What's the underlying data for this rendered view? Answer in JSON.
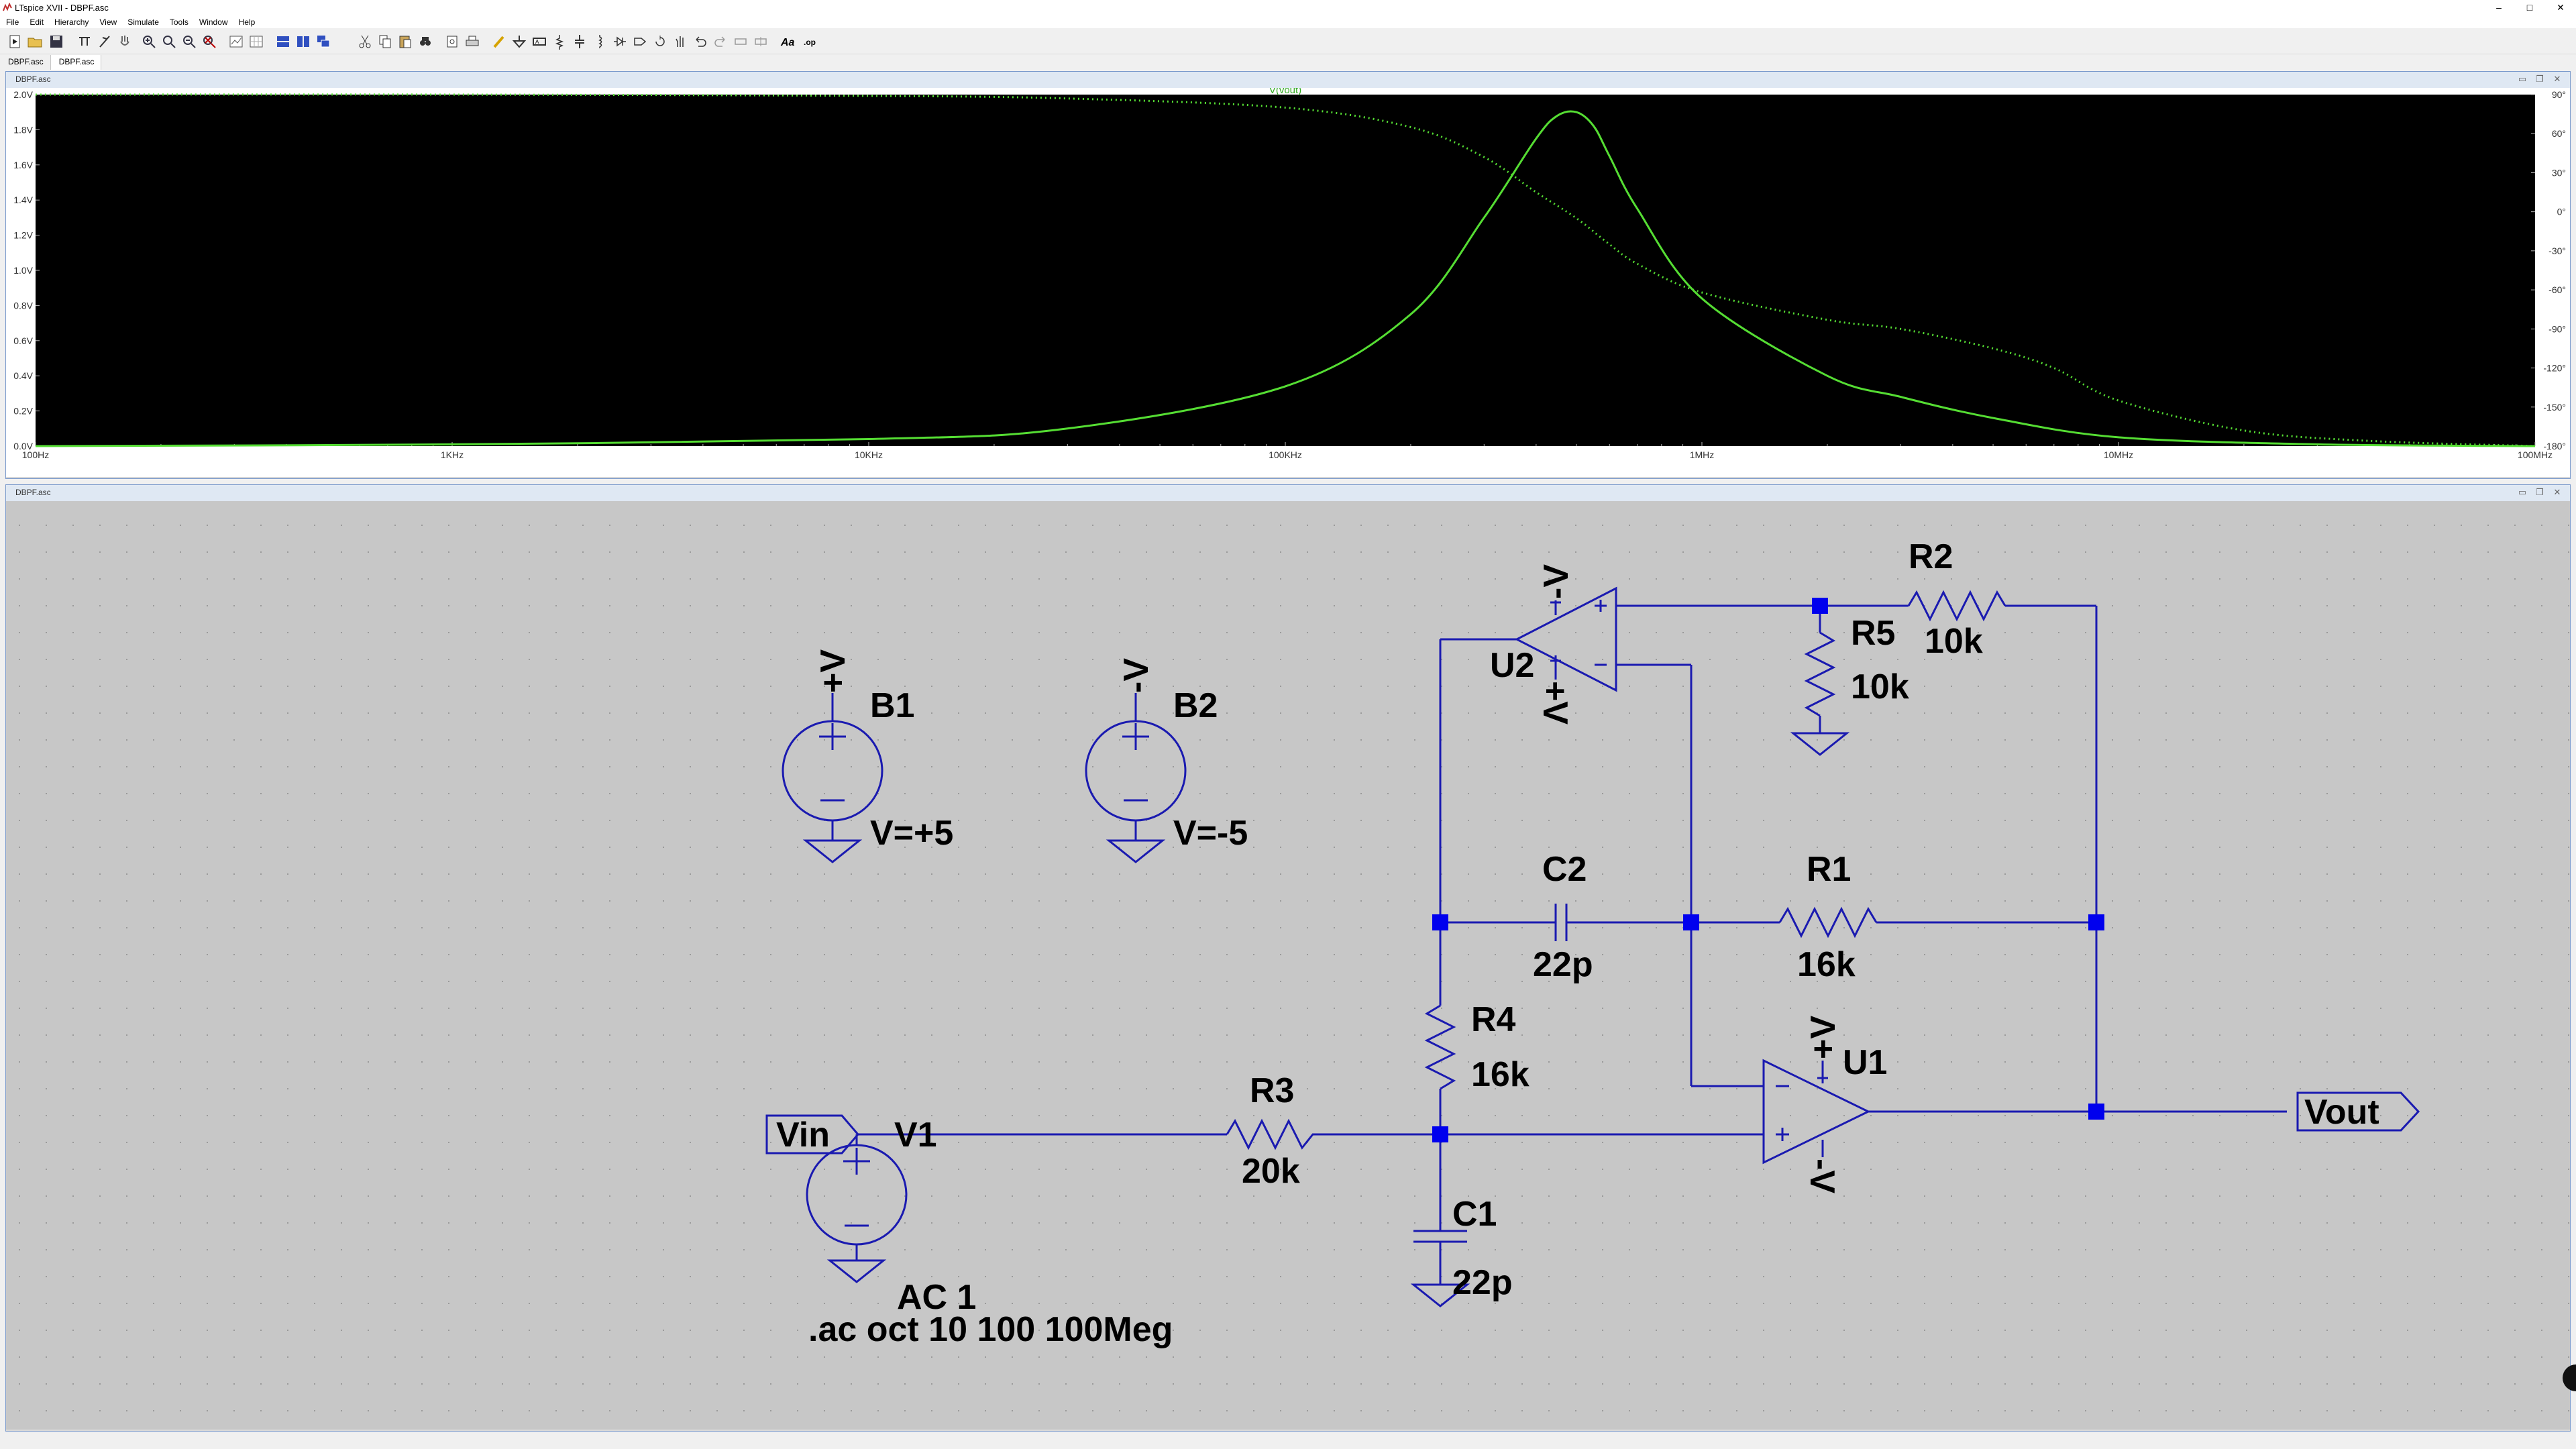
{
  "window": {
    "title": "LTspice XVII - DBPF.asc",
    "controls": [
      "–",
      "□",
      "✕"
    ]
  },
  "menu": [
    "File",
    "Edit",
    "Hierarchy",
    "View",
    "Simulate",
    "Tools",
    "Window",
    "Help"
  ],
  "tabs": [
    "DBPF.asc",
    "DBPF.asc"
  ],
  "waveform_window": {
    "title": "DBPF.asc",
    "trace_label": "V(vout)",
    "colors": {
      "background": "#000000",
      "trace": "#55dd33",
      "axis_text": "#bbbbbb"
    }
  },
  "chart_data": {
    "type": "line",
    "title": "V(vout)",
    "xscale": "log",
    "xlim": [
      100,
      100000000
    ],
    "x_tick_labels": [
      "100Hz",
      "1KHz",
      "10KHz",
      "100KHz",
      "1MHz",
      "10MHz",
      "100MHz"
    ],
    "ylim": [
      0,
      2.0
    ],
    "y_tick_labels": [
      "2.0V",
      "1.8V",
      "1.6V",
      "1.4V",
      "1.2V",
      "1.0V",
      "0.8V",
      "0.6V",
      "0.4V",
      "0.2V",
      "0.0V"
    ],
    "y2lim": [
      -180,
      90
    ],
    "y2_tick_labels": [
      "90°",
      "60°",
      "30°",
      "0°",
      "-30°",
      "-60°",
      "-90°",
      "-120°",
      "-150°",
      "-180°"
    ],
    "series": [
      {
        "style": "solid",
        "axis": "left",
        "x": [
          100,
          1000,
          10000,
          30000,
          100000,
          200000,
          300000,
          400000,
          450000,
          500000,
          550000,
          600000,
          700000,
          1000000,
          2000000,
          3000000,
          5000000,
          10000000,
          30000000,
          100000000
        ],
        "y": [
          0.0,
          0.01,
          0.04,
          0.1,
          0.34,
          0.75,
          1.3,
          1.75,
          1.88,
          1.9,
          1.82,
          1.65,
          1.35,
          0.84,
          0.4,
          0.28,
          0.16,
          0.05,
          0.01,
          0.0
        ]
      },
      {
        "style": "dotted",
        "axis": "right",
        "x": [
          100,
          1000,
          10000,
          30000,
          100000,
          200000,
          300000,
          400000,
          500000,
          600000,
          700000,
          1000000,
          2000000,
          3000000,
          5000000,
          7000000,
          10000000,
          20000000,
          40000000,
          100000000
        ],
        "y": [
          90,
          90,
          89,
          87,
          80,
          65,
          42,
          15,
          -5,
          -25,
          -40,
          -62,
          -83,
          -90,
          -105,
          -120,
          -145,
          -168,
          -176,
          -180
        ]
      }
    ]
  },
  "schematic_window": {
    "title": "DBPF.asc",
    "colors": {
      "background": "#c7c7c7",
      "wire": "#1a1ab0",
      "junction": "#0000ee",
      "text": "#000000"
    },
    "labels": {
      "B1": "B1",
      "B1_value": "V=+5",
      "B1_net": "+V",
      "B2": "B2",
      "B2_value": "V=-5",
      "B2_net": "-V",
      "V1": "V1",
      "V1_value": "AC 1",
      "vin": "Vin",
      "vout": "Vout",
      "R1": "R1",
      "R1_value": "16k",
      "R2": "R2",
      "R2_value": "10k",
      "R3": "R3",
      "R3_value": "20k",
      "R4": "R4",
      "R4_value": "16k",
      "R5": "R5",
      "R5_value": "10k",
      "C1": "C1",
      "C1_value": "22p",
      "C2": "C2",
      "C2_value": "22p",
      "U1": "U1",
      "U2": "U2",
      "U1_pos_supply": "+V",
      "U1_neg_supply": "-V",
      "U2_pos_supply": "+V",
      "U2_neg_supply": "-V",
      "directive": ".ac oct 10 100 100Meg"
    }
  }
}
